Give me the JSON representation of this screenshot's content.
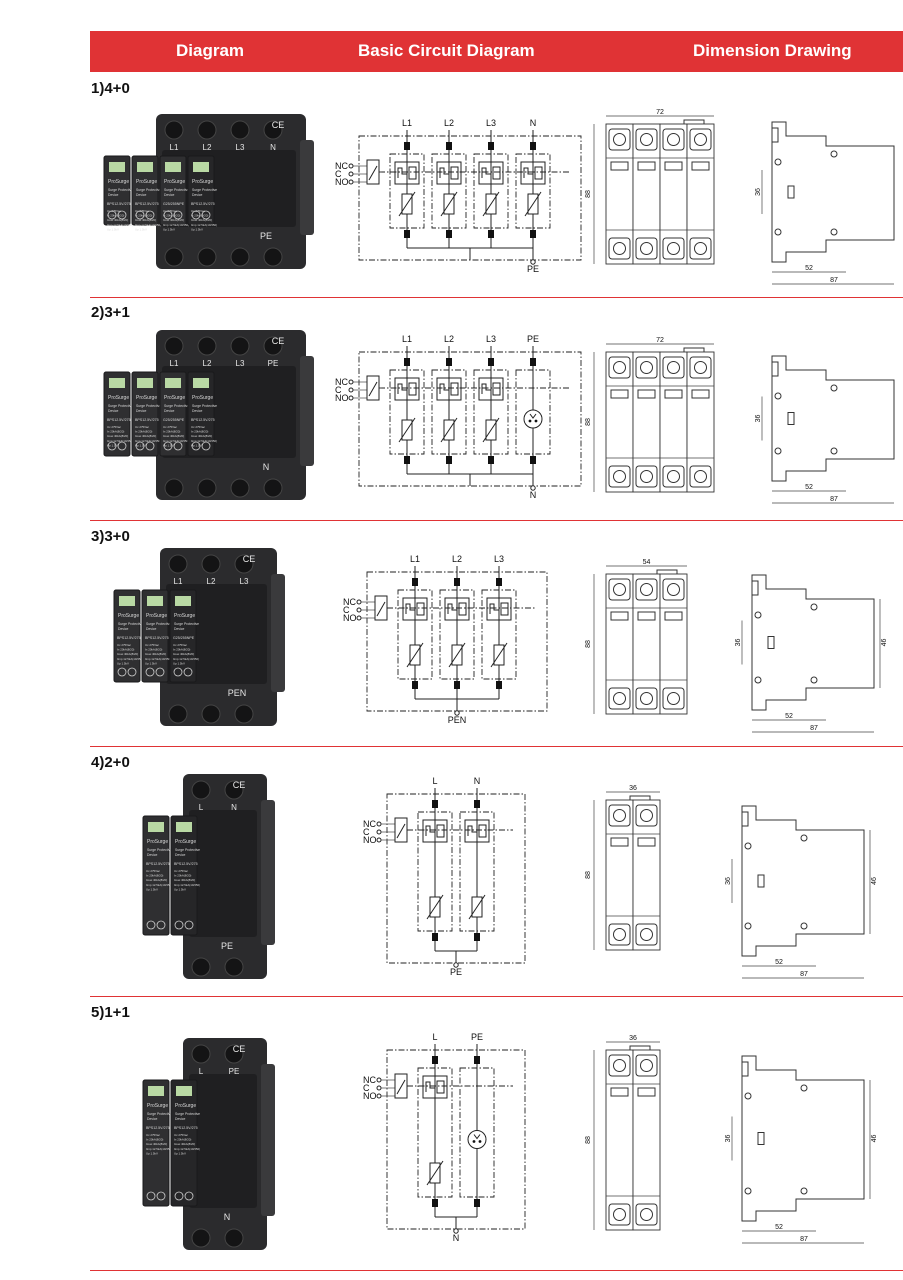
{
  "header": {
    "col1": "Diagram",
    "col2": "Basic Circuit Diagram",
    "col3": "Dimension Drawing"
  },
  "colors": {
    "accent": "#e03335",
    "device": "#2b2b2d",
    "lcd": "#b9d9a4"
  },
  "rows": [
    {
      "label": "1)4+0",
      "front_terminals": [
        "L1",
        "L2",
        "L3",
        "N"
      ],
      "back_terminal": "PE",
      "circuit_terminals": [
        "L1",
        "L2",
        "L3",
        "N"
      ],
      "circuit_bottom": "PE",
      "signal_contacts": [
        "NC",
        "C",
        "NO"
      ],
      "width_dim": "72",
      "height_dim": "88",
      "side_dims": [
        "36",
        "52",
        "87"
      ]
    },
    {
      "label": "2)3+1",
      "front_terminals": [
        "L1",
        "L2",
        "L3",
        "PE"
      ],
      "back_terminal": "N",
      "circuit_terminals": [
        "L1",
        "L2",
        "L3",
        "PE"
      ],
      "circuit_bottom": "N",
      "signal_contacts": [
        "NC",
        "C",
        "NO"
      ],
      "width_dim": "72",
      "height_dim": "88",
      "side_dims": [
        "36",
        "52",
        "87"
      ]
    },
    {
      "label": "3)3+0",
      "front_terminals": [
        "L1",
        "L2",
        "L3"
      ],
      "back_terminal": "PEN",
      "circuit_terminals": [
        "L1",
        "L2",
        "L3"
      ],
      "circuit_bottom": "PEN",
      "signal_contacts": [
        "NC",
        "C",
        "NO"
      ],
      "width_dim": "54",
      "height_dim": "88",
      "side_dims": [
        "36",
        "46",
        "52",
        "87"
      ]
    },
    {
      "label": "4)2+0",
      "front_terminals": [
        "L",
        "N"
      ],
      "back_terminal": "PE",
      "circuit_terminals": [
        "L",
        "N"
      ],
      "circuit_bottom": "PE",
      "signal_contacts": [
        "NC",
        "C",
        "NO"
      ],
      "width_dim": "36",
      "height_dim": "88",
      "side_dims": [
        "36",
        "46",
        "52",
        "87"
      ]
    },
    {
      "label": "5)1+1",
      "front_terminals": [
        "L",
        "PE"
      ],
      "back_terminal": "N",
      "circuit_terminals": [
        "L",
        "PE"
      ],
      "circuit_bottom": "N",
      "signal_contacts": [
        "NC",
        "C",
        "NO"
      ],
      "width_dim": "36",
      "height_dim": "88",
      "side_dims": [
        "36",
        "46",
        "52",
        "87"
      ]
    }
  ],
  "device_text": {
    "brand": "ProSurge",
    "name_line1": "Surge Protective",
    "name_line2": "Device",
    "models": [
      "BPS12.5V/275",
      "BPS12.5V/275",
      "G25/255NPE"
    ],
    "spec_lines": [
      "Uc 275Vac",
      "In 20kA(8/20)",
      "Imax 40kA(8/20)",
      "Iimp 12.5kA(10/350)",
      "Up 1.5kV"
    ]
  }
}
